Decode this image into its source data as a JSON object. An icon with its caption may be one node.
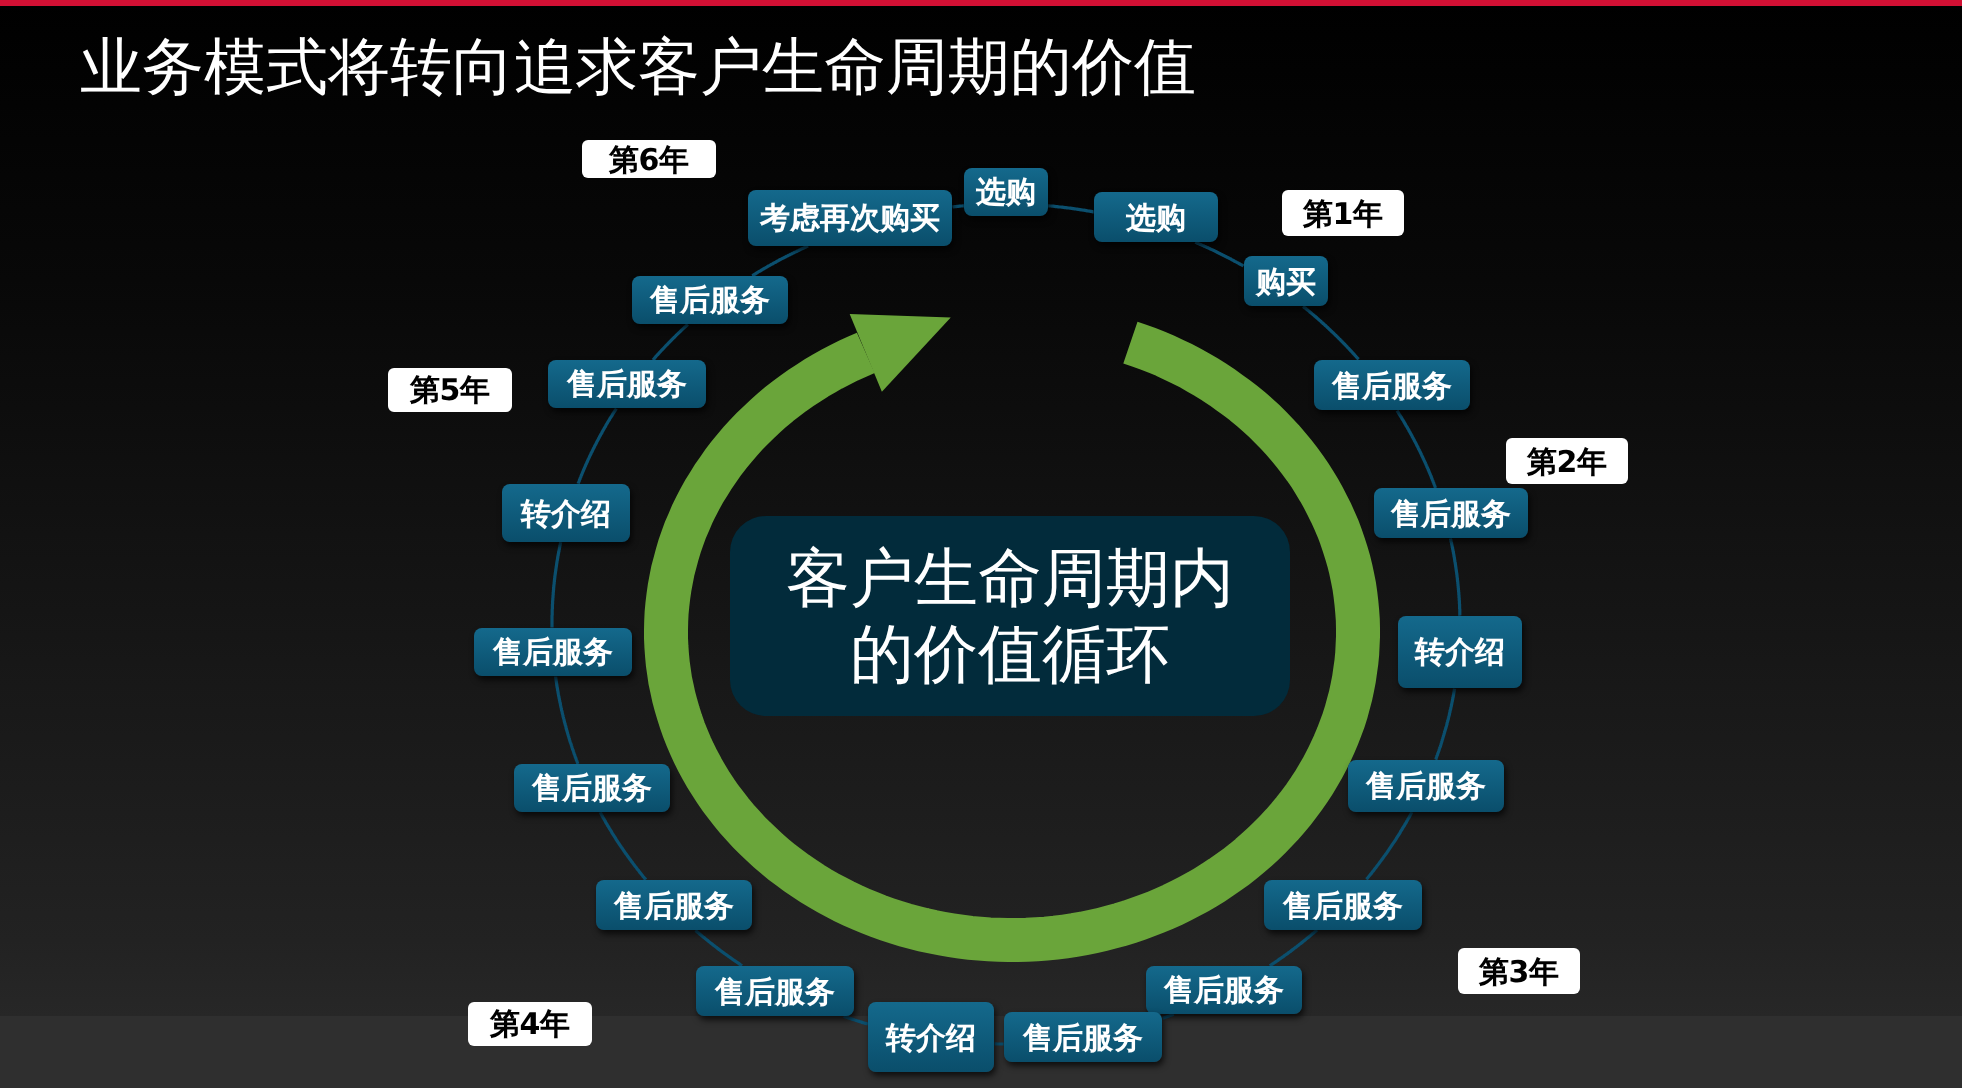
{
  "diagram": {
    "title": "业务模式将转向追求客户生命周期的价值",
    "nodes": [
      {
        "text": [
          "客户生命周期内的价值循环"
        ]
      },
      {
        "text": [
          "选购"
        ]
      },
      {
        "text": [
          "选购"
        ]
      },
      {
        "text": [
          "购买"
        ]
      },
      {
        "text": [
          "售后服务"
        ]
      },
      {
        "text": [
          "售后服务"
        ]
      },
      {
        "text": [
          "转介绍"
        ]
      },
      {
        "text": [
          "售后服务"
        ]
      },
      {
        "text": [
          "售后服务"
        ]
      },
      {
        "text": [
          "售后服务"
        ]
      },
      {
        "text": [
          "售后服务"
        ]
      },
      {
        "text": [
          "转介绍"
        ]
      },
      {
        "text": [
          "售后服务"
        ]
      },
      {
        "text": [
          "售后服务"
        ]
      },
      {
        "text": [
          "售后服务"
        ]
      },
      {
        "text": [
          "售后服务"
        ]
      },
      {
        "text": [
          "转介绍"
        ]
      },
      {
        "text": [
          "售后服务"
        ]
      },
      {
        "text": [
          "售后服务"
        ]
      },
      {
        "text": [
          "考虑再次购买"
        ]
      },
      {
        "text": [
          "第1年"
        ]
      },
      {
        "text": [
          "第2年"
        ]
      },
      {
        "text": [
          "第3年"
        ]
      },
      {
        "text": [
          "第4年"
        ]
      },
      {
        "text": [
          "第5年"
        ]
      },
      {
        "text": [
          "第6年"
        ]
      }
    ],
    "edges": [
      {
        "from": 1,
        "to": 2,
        "arrow": "none"
      },
      {
        "from": 2,
        "to": 3,
        "arrow": "none"
      },
      {
        "from": 3,
        "to": 4,
        "arrow": "none"
      },
      {
        "from": 4,
        "to": 5,
        "arrow": "none"
      },
      {
        "from": 5,
        "to": 6,
        "arrow": "none"
      },
      {
        "from": 6,
        "to": 7,
        "arrow": "none"
      },
      {
        "from": 7,
        "to": 8,
        "arrow": "none"
      },
      {
        "from": 8,
        "to": 9,
        "arrow": "none"
      },
      {
        "from": 9,
        "to": 10,
        "arrow": "none"
      },
      {
        "from": 10,
        "to": 11,
        "arrow": "none"
      },
      {
        "from": 11,
        "to": 12,
        "arrow": "none"
      },
      {
        "from": 12,
        "to": 13,
        "arrow": "none"
      },
      {
        "from": 13,
        "to": 14,
        "arrow": "none"
      },
      {
        "from": 14,
        "to": 15,
        "arrow": "none"
      },
      {
        "from": 15,
        "to": 16,
        "arrow": "none"
      },
      {
        "from": 16,
        "to": 17,
        "arrow": "none"
      },
      {
        "from": 17,
        "to": 18,
        "arrow": "none"
      },
      {
        "from": 18,
        "to": 19,
        "arrow": "none"
      },
      {
        "from": 19,
        "to": 1,
        "arrow": "none"
      }
    ]
  }
}
